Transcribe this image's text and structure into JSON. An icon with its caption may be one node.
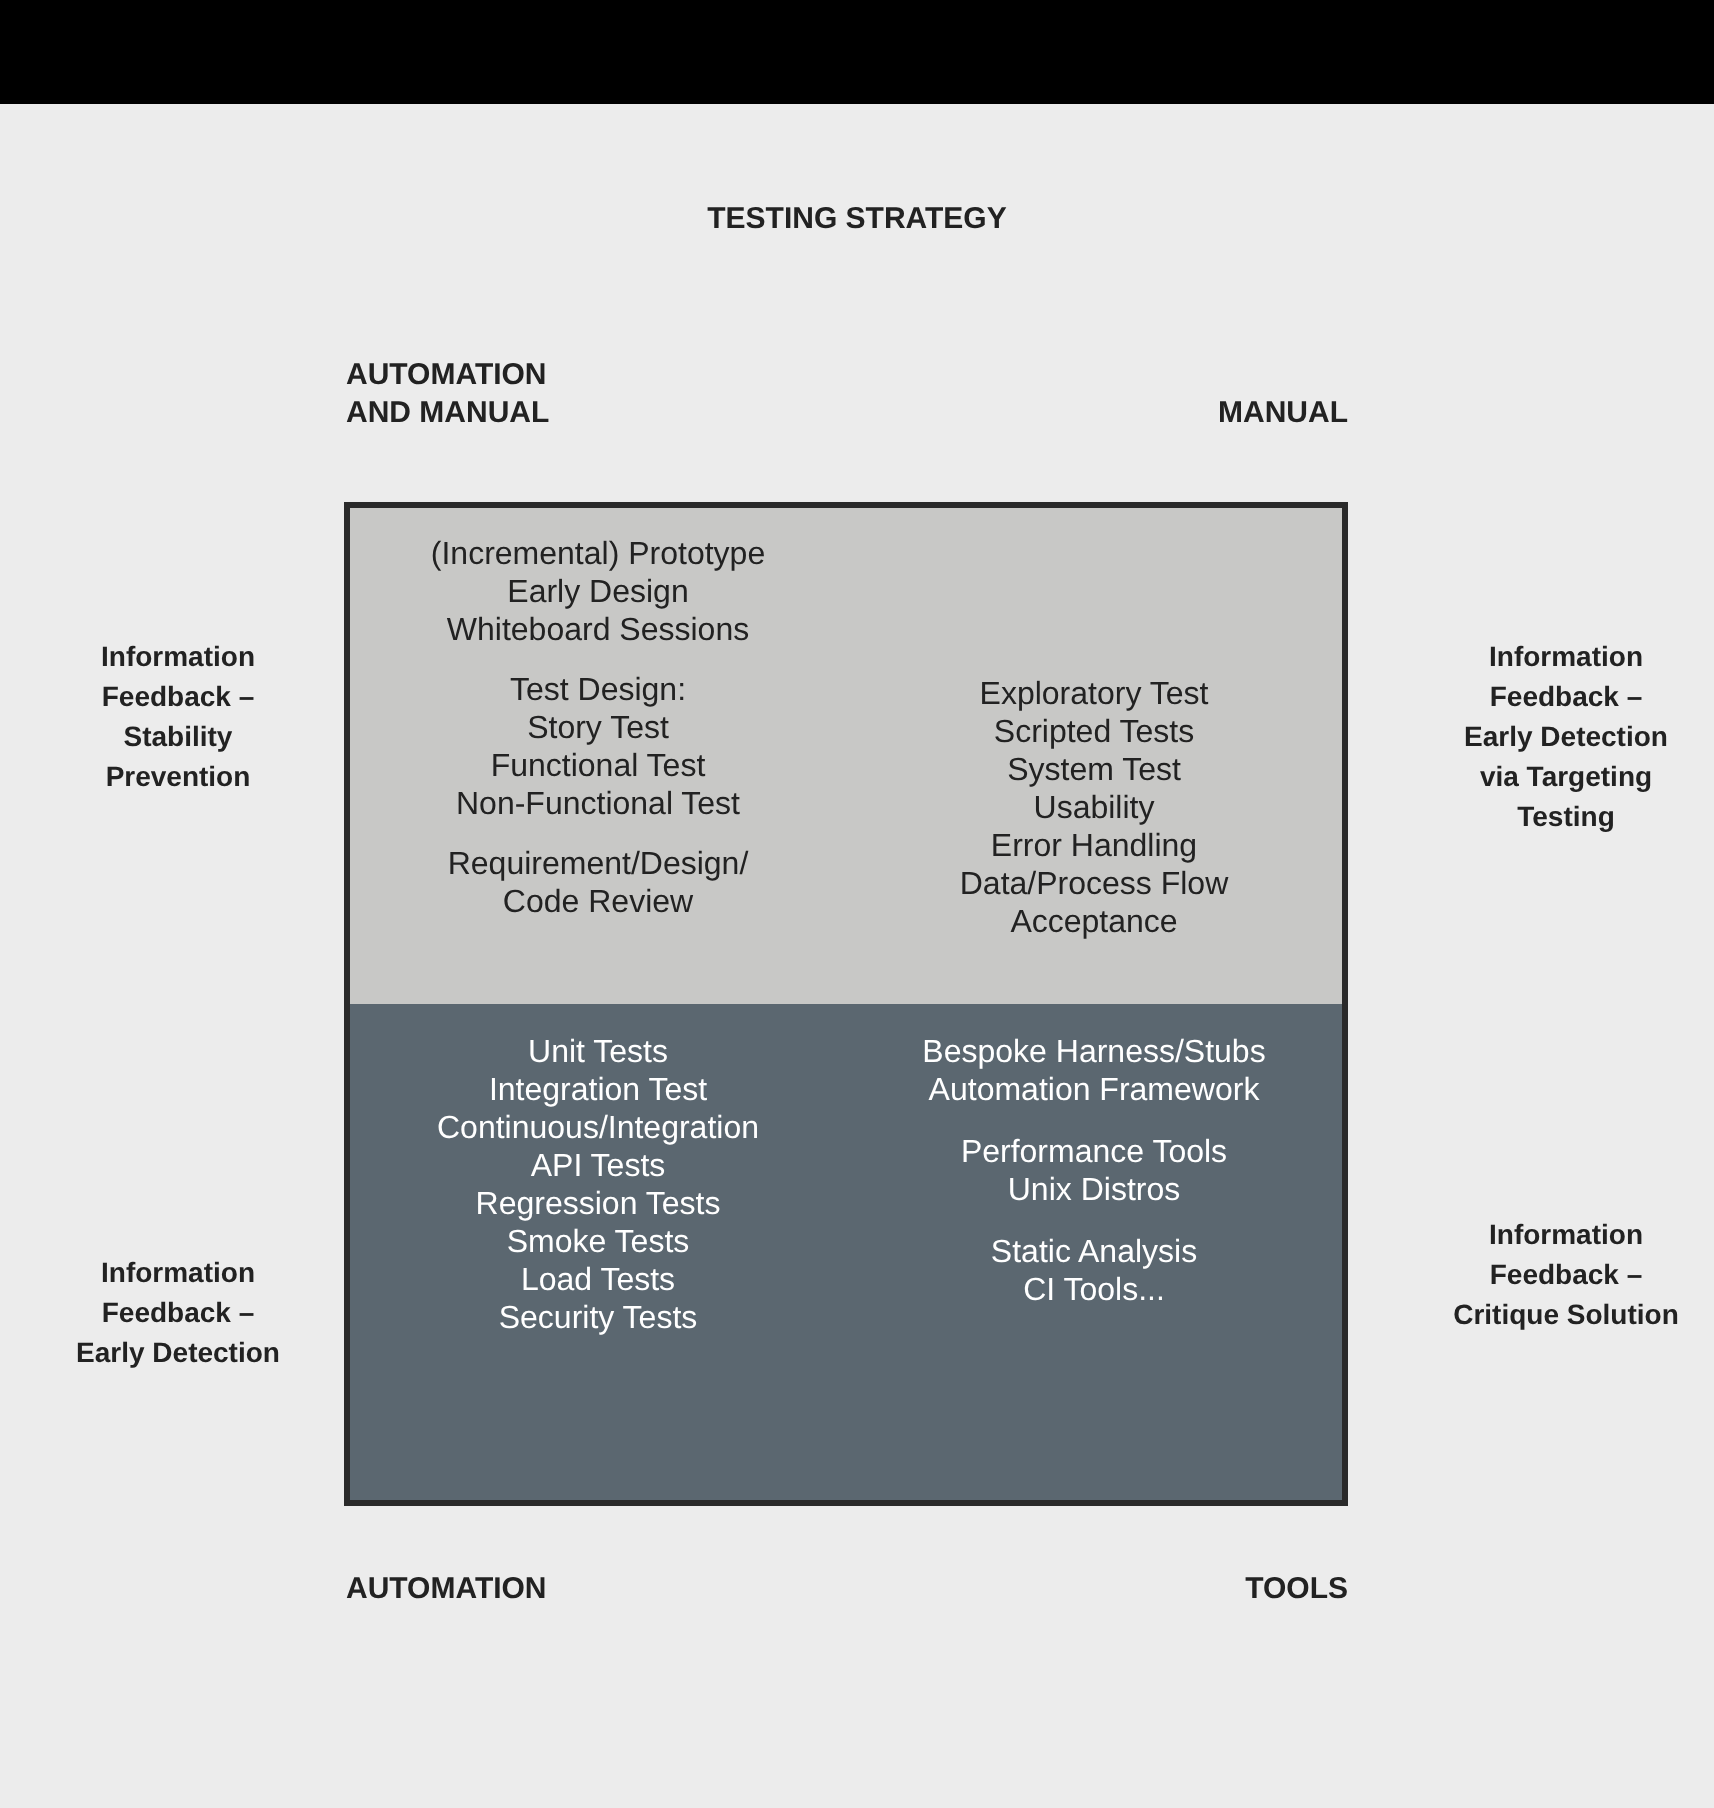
{
  "diagram": {
    "title": "TESTING STRATEGY",
    "nodes": [
      {
        "text": [
          "(Incremental) Prototype",
          "Early Design",
          "Whiteboard Sessions",
          "Test Design:",
          "Story Test",
          "Functional Test",
          "Non-Functional Test",
          "Requirement/Design/ Code Review"
        ]
      },
      {
        "text": [
          "Exploratory Test",
          "Scripted Tests",
          "System Test",
          "Usability",
          "Error Handling",
          "Data/Process Flow",
          "Acceptance"
        ]
      },
      {
        "text": [
          "Unit Tests",
          "Integration Test",
          "Continuous/Integration",
          "API Tests",
          "Regression Tests",
          "Smoke Tests",
          "Load Tests",
          "Security Tests"
        ]
      },
      {
        "text": [
          "Bespoke Harness/Stubs",
          "Automation Framework",
          "Performance Tools",
          "Unix Distros",
          "Static Analysis",
          "CI Tools..."
        ]
      },
      {
        "text": [],
        "shape": "bar"
      }
    ],
    "edges": [],
    "labels": [
      "AUTOMATION AND MANUAL",
      "MANUAL",
      "Information Feedback – Stability Prevention",
      "Information Feedback – Early Detection via Targeting Testing",
      "Information Feedback – Early Detection",
      "Information Feedback – Critique Solution",
      "AUTOMATION",
      "TOOLS"
    ]
  }
}
